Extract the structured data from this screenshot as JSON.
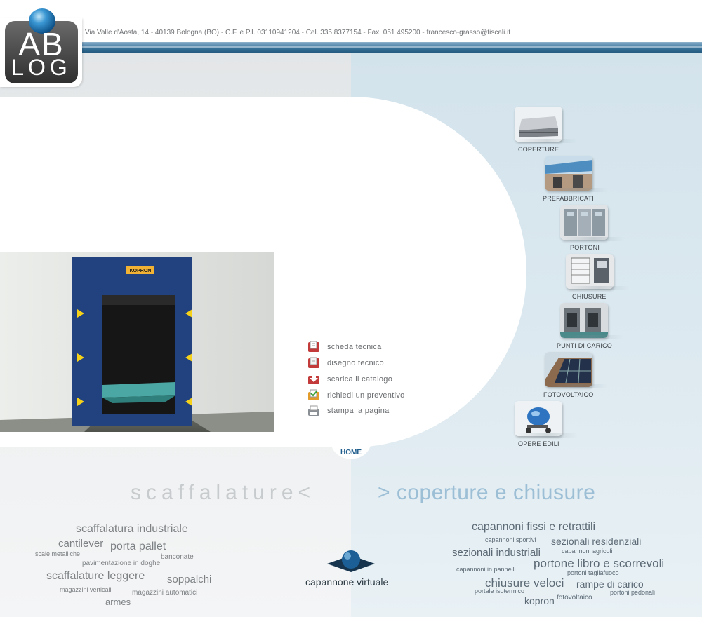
{
  "header": {
    "address": "Via Valle d'Aosta, 14 - 40139 Bologna (BO) - C.F. e P.I. 03110941204 - Cel. 335 8377154 - Fax. 051 495200 - francesco-grasso@tiscali.it"
  },
  "logo": {
    "line1": "AB",
    "line2": "LOG"
  },
  "product": {
    "brand_sign": "KOPRON"
  },
  "actions": [
    {
      "label": "scheda tecnica",
      "icon": "document-icon"
    },
    {
      "label": "disegno tecnico",
      "icon": "drawing-icon"
    },
    {
      "label": "scarica il catalogo",
      "icon": "download-icon"
    },
    {
      "label": "richiedi un preventivo",
      "icon": "quote-request-icon"
    },
    {
      "label": "stampa la pagina",
      "icon": "print-icon"
    }
  ],
  "categories": [
    {
      "label": "COPERTURE",
      "thumb": "shed-thumbnail"
    },
    {
      "label": "PREFABBRICATI",
      "thumb": "prefab-thumbnail"
    },
    {
      "label": "PORTONI",
      "thumb": "doors-thumbnail"
    },
    {
      "label": "CHIUSURE",
      "thumb": "rolling-door-thumbnail"
    },
    {
      "label": "PUNTI DI CARICO",
      "thumb": "loading-bay-thumbnail"
    },
    {
      "label": "FOTOVOLTAICO",
      "thumb": "solar-panel-thumbnail"
    },
    {
      "label": "OPERE EDILI",
      "thumb": "cement-mixer-thumbnail"
    }
  ],
  "nav": {
    "home": "HOME"
  },
  "sections": {
    "left_title": "scaffalature<",
    "right_title": "> coperture e chiusure"
  },
  "tags_left": [
    "scaffalatura industriale",
    "cantilever",
    "porta pallet",
    "scale metalliche",
    "banconate",
    "pavimentazione in doghe",
    "scaffalature leggere",
    "soppalchi",
    "magazzini verticali",
    "magazzini automatici",
    "armes"
  ],
  "tags_right": [
    "capannoni fissi e retrattili",
    "capannoni sportivi",
    "sezionali residenziali",
    "capannoni agricoli",
    "sezionali industriali",
    "capannoni in pannelli",
    "portone libro e scorrevoli",
    "portoni tagliafuoco",
    "chiusure veloci",
    "rampe di carico",
    "portale isotermico",
    "portoni pedonali",
    "fotovoltaico",
    "kopron"
  ],
  "virtual": {
    "label": "capannone virtuale"
  },
  "colors": {
    "header_bar": "#3e78a0",
    "accent_blue": "#1f5d8c",
    "right_title": "#9cbfd6",
    "left_title": "#c7cbcd"
  }
}
